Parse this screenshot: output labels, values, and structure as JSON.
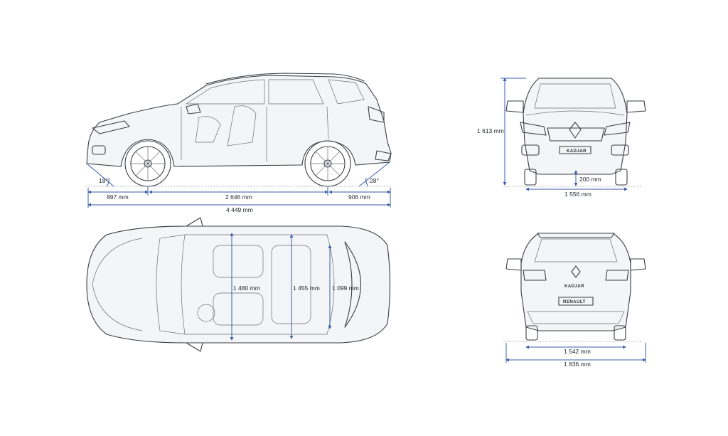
{
  "side": {
    "front_overhang": "897 mm",
    "wheelbase": "2 646 mm",
    "rear_overhang": "906 mm",
    "length": "4 449 mm",
    "approach_angle": "18°",
    "departure_angle": "28°"
  },
  "front": {
    "height": "1 613 mm",
    "ground_clearance": "200 mm",
    "front_track": "1 556 mm",
    "badge": "KADJAR"
  },
  "top": {
    "front_interior_width": "1 480 mm",
    "rear_interior_width": "1 455 mm",
    "boot_width": "1 099 mm"
  },
  "rear": {
    "rear_track": "1 542 mm",
    "width": "1 836 mm",
    "model_badge": "KADJAR",
    "plate": "RENAULT"
  },
  "colors": {
    "dimension": "#3b5eaa",
    "outline": "#3a3d45"
  }
}
